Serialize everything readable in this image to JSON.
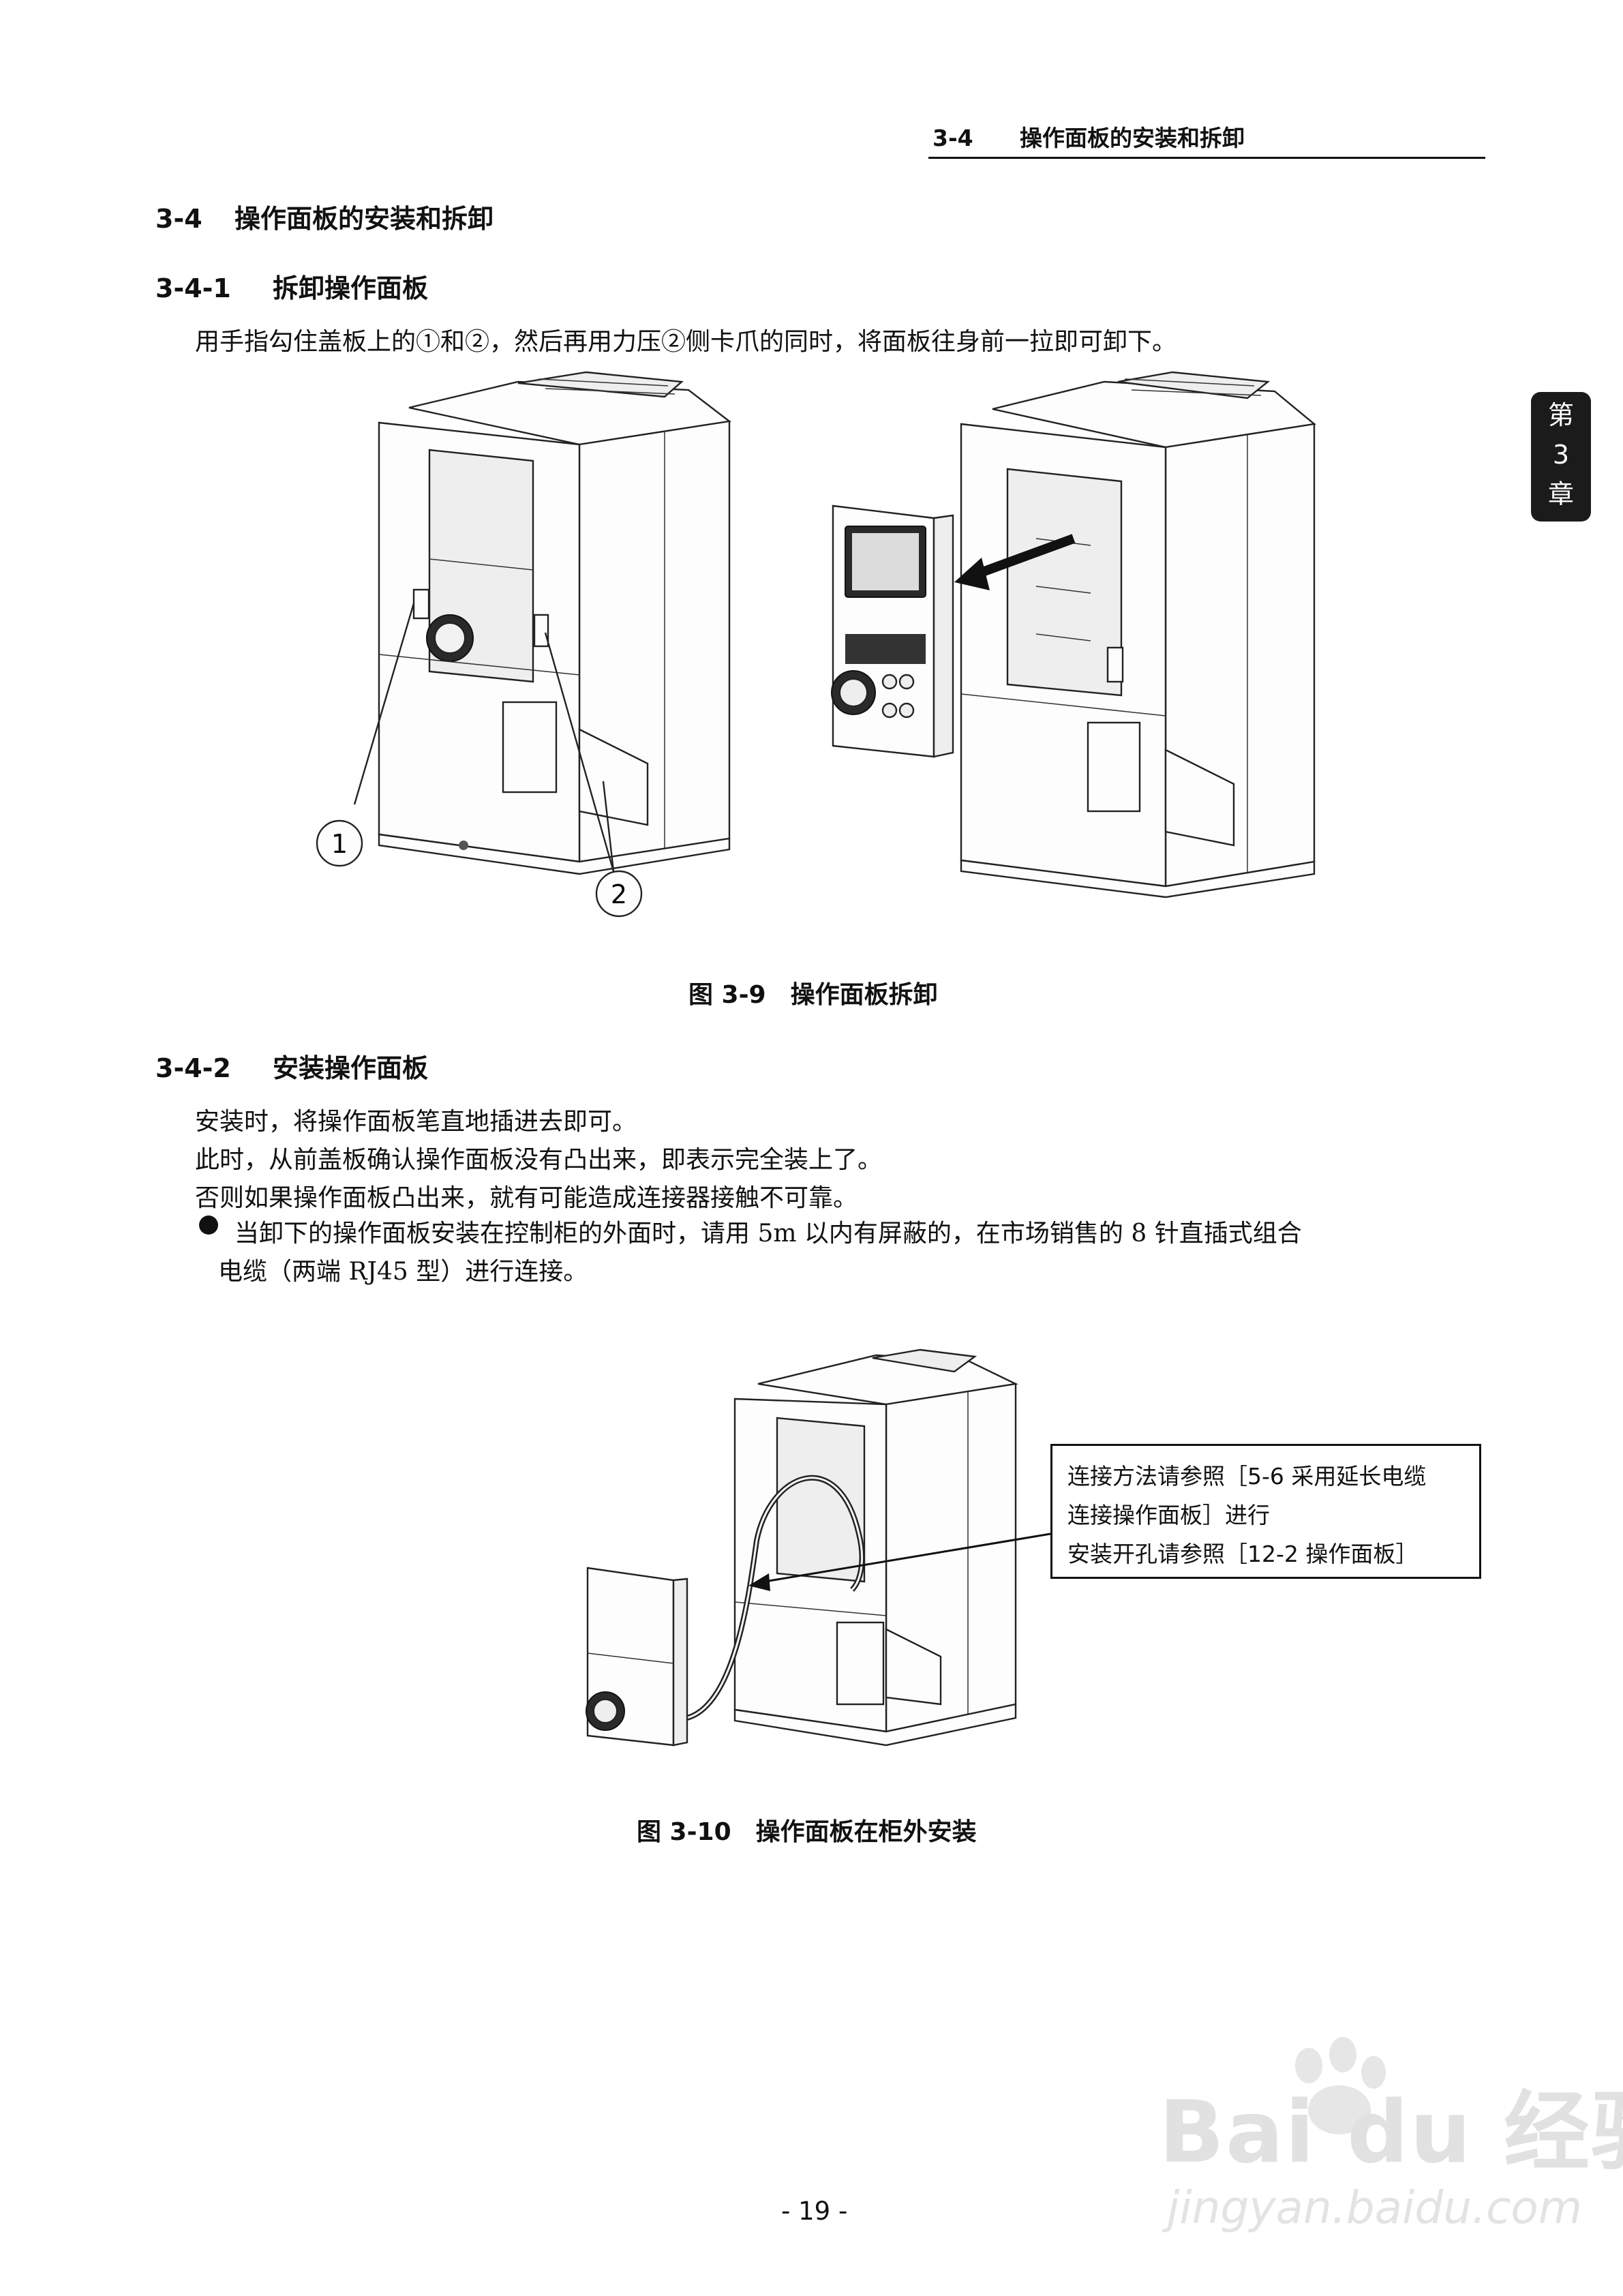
{
  "header": {
    "section_num": "3-4",
    "section_title": "操作面板的安装和拆卸"
  },
  "chapter_tab": {
    "line1": "第",
    "line2": "3",
    "line3": "章"
  },
  "section": {
    "num": "3-4",
    "title": "操作面板的安装和拆卸"
  },
  "sub1": {
    "num": "3-4-1",
    "title": "拆卸操作面板",
    "text": "用手指勾住盖板上的①和②，然后再用力压②侧卡爪的同时，将面板往身前一拉即可卸下。",
    "figure": {
      "callout_1": "1",
      "callout_2": "2",
      "caption": "图 3-9　操作面板拆卸"
    }
  },
  "sub2": {
    "num": "3-4-2",
    "title": "安装操作面板",
    "lines": [
      "安装时，将操作面板笔直地插进去即可。",
      "此时，从前盖板确认操作面板没有凸出来，即表示完全装上了。",
      "否则如果操作面板凸出来，就有可能造成连接器接触不可靠。"
    ],
    "bullet": {
      "line1": "当卸下的操作面板安装在控制柜的外面时，请用 5m 以内有屏蔽的，在市场销售的 8 针直插式组合",
      "line2": "电缆（两端 RJ45 型）进行连接。"
    },
    "figure": {
      "note_lines": [
        "连接方法请参照［5-6 采用延长电缆",
        "连接操作面板］进行",
        "安装开孔请参照［12-2 操作面板］"
      ],
      "caption": "图 3-10　操作面板在柜外安装"
    }
  },
  "page_number": "- 19 -",
  "watermark": {
    "logo": "Bai du 经验",
    "url": "jingyan.baidu.com"
  }
}
